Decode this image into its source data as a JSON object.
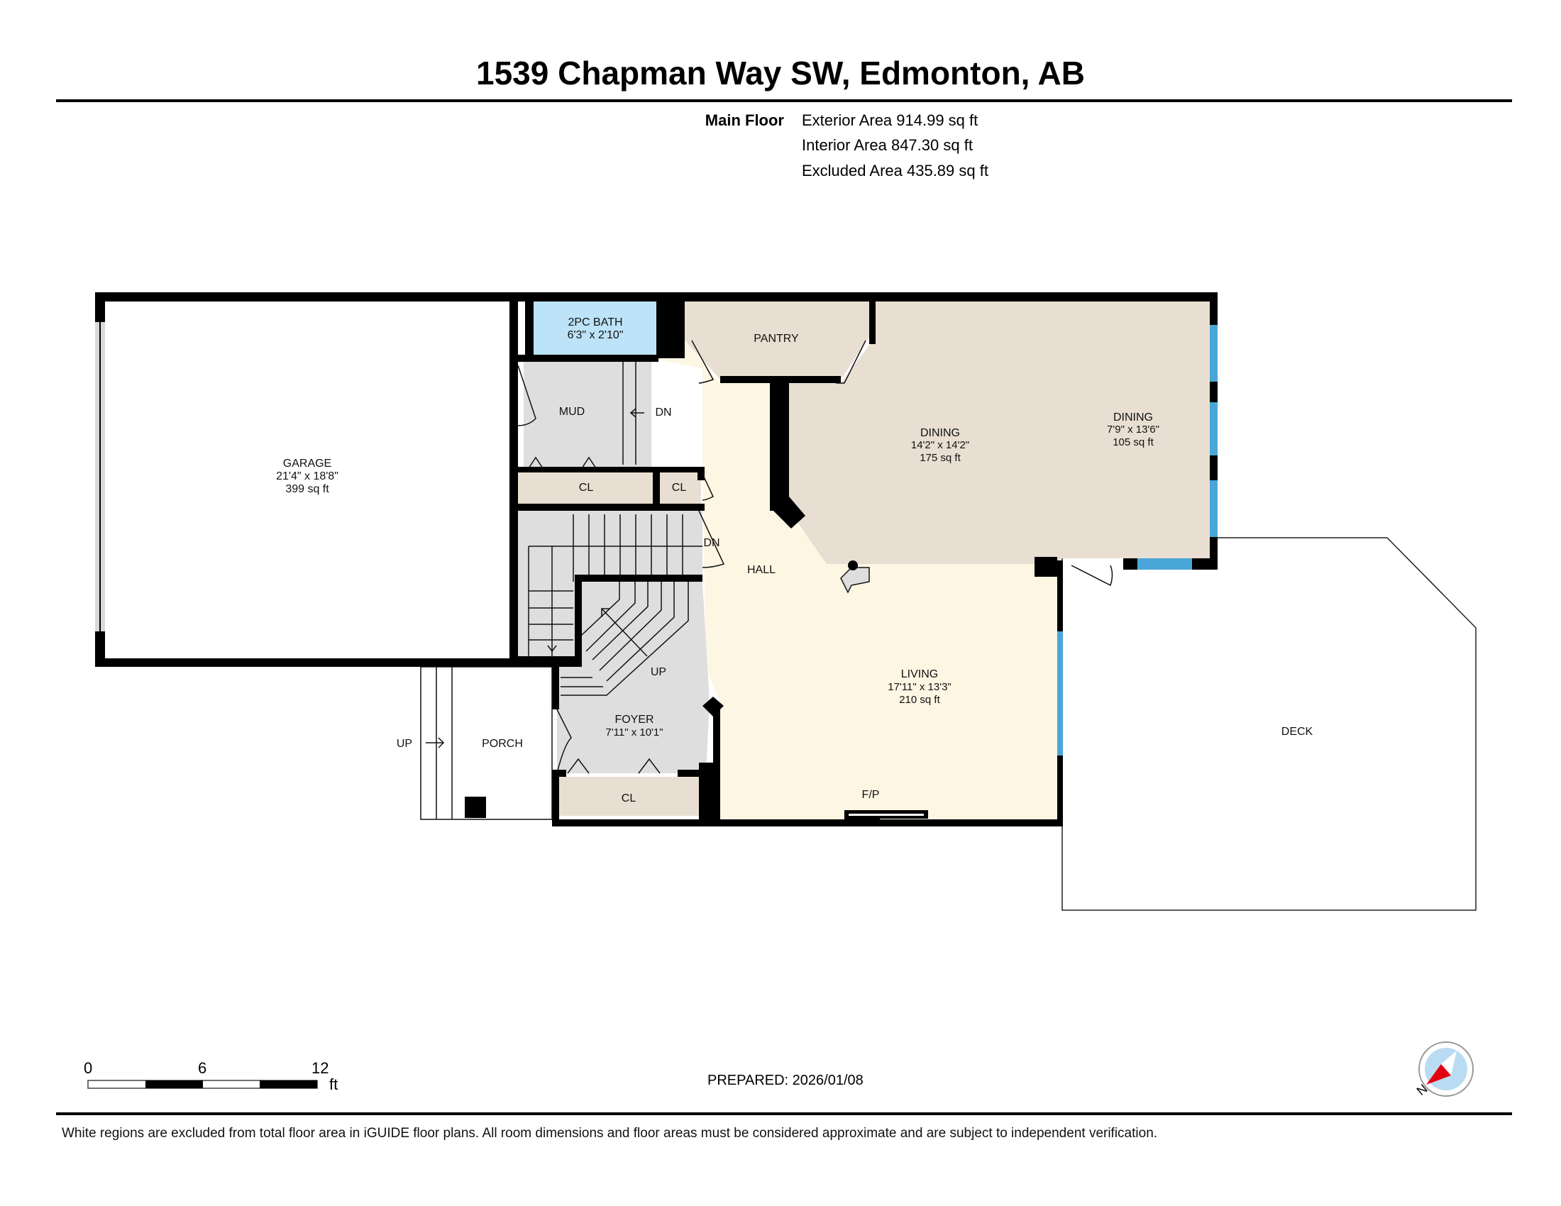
{
  "header": {
    "title": "1539 Chapman Way SW, Edmonton, AB",
    "floor_label": "Main Floor",
    "areas": [
      "Exterior Area 914.99 sq ft",
      "Interior Area 847.30 sq ft",
      "Excluded Area 435.89 sq ft"
    ]
  },
  "colors": {
    "wall": "#000000",
    "bath": "#bde3f8",
    "beige_room": "#e8dfd2",
    "hall_living": "#fdf6e3",
    "utility_gray": "#dedede",
    "window": "#4aa6d8",
    "compass_face": "#b9dcf3",
    "compass_needle": "#e3000f"
  },
  "rooms": {
    "garage": {
      "name": "GARAGE",
      "dims": "21'4\" x 18'8\"",
      "area": "399 sq ft"
    },
    "bath": {
      "name": "2PC BATH",
      "dims": "6'3\" x 2'10\""
    },
    "pantry": {
      "name": "PANTRY"
    },
    "mud": {
      "name": "MUD"
    },
    "mud_stairs": {
      "label": "DN"
    },
    "closet_1": {
      "name": "CL"
    },
    "closet_2": {
      "name": "CL"
    },
    "stairs_dn": {
      "label": "DN"
    },
    "hall": {
      "name": "HALL"
    },
    "dining_1": {
      "name": "DINING",
      "dims": "14'2\" x 14'2\"",
      "area": "175 sq ft"
    },
    "dining_2": {
      "name": "DINING",
      "dims": "7'9\" x 13'6\"",
      "area": "105 sq ft"
    },
    "living": {
      "name": "LIVING",
      "dims": "17'11\" x 13'3\"",
      "area": "210 sq ft"
    },
    "fireplace": {
      "label": "F/P"
    },
    "foyer": {
      "name": "FOYER",
      "dims": "7'11\" x 10'1\""
    },
    "foyer_stairs": {
      "label": "UP"
    },
    "closet_3": {
      "name": "CL"
    },
    "porch": {
      "name": "PORCH"
    },
    "porch_steps": {
      "label": "UP"
    },
    "deck": {
      "name": "DECK"
    }
  },
  "scale_bar": {
    "ticks": [
      "0",
      "6",
      "12"
    ],
    "unit": "ft"
  },
  "prepared": "PREPARED: 2026/01/08",
  "compass": {
    "label": "N"
  },
  "footnote": "White regions are excluded from total floor area in iGUIDE floor plans. All room dimensions and floor areas must be considered approximate and are subject to independent verification."
}
